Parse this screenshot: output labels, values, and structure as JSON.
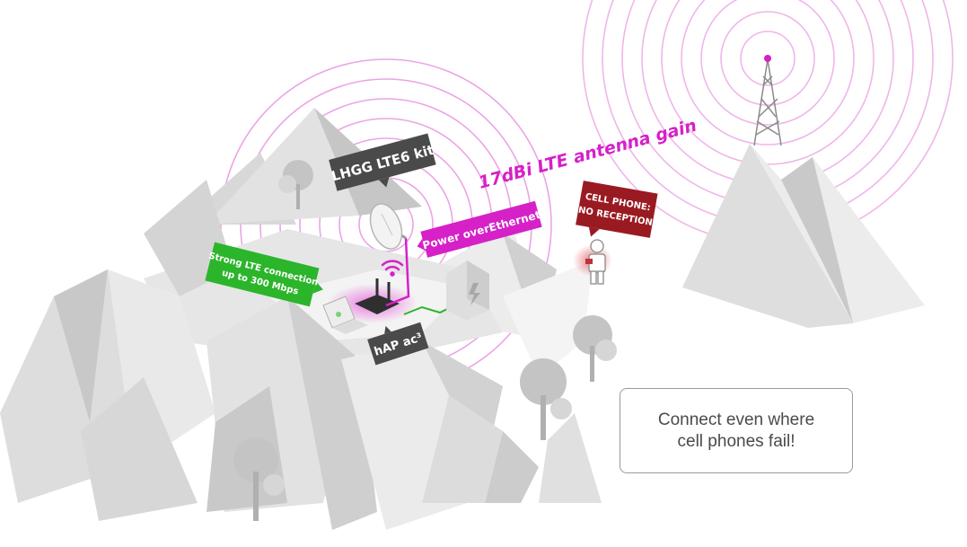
{
  "labels": {
    "antenna_kit": "LHGG LTE6 kit",
    "antenna_gain": "17dBi LTE antenna gain",
    "poe": "Power overEthernet",
    "strong_line1": "Strong LTE connection",
    "strong_line2": "up to 300 Mbps",
    "router": "hAP ac³",
    "phone_line1": "CELL PHONE:",
    "phone_line2": "NO RECEPTION"
  },
  "cta": {
    "text": "Connect even where\ncell phones fail!"
  },
  "colors": {
    "magenta": "#d620c8",
    "dark_label": "#4a4a4a",
    "green": "#2bb52b",
    "red": "#9a1a22",
    "rock": "#dcdcdc",
    "rock_dark": "#bfbfbf",
    "rock_light": "#efefef",
    "tree": "#c4c4c4"
  },
  "icons": [
    "antenna-dish-icon",
    "wifi-icon",
    "router-icon",
    "power-box-icon",
    "cell-tower-icon",
    "person-icon",
    "tree-icon"
  ]
}
